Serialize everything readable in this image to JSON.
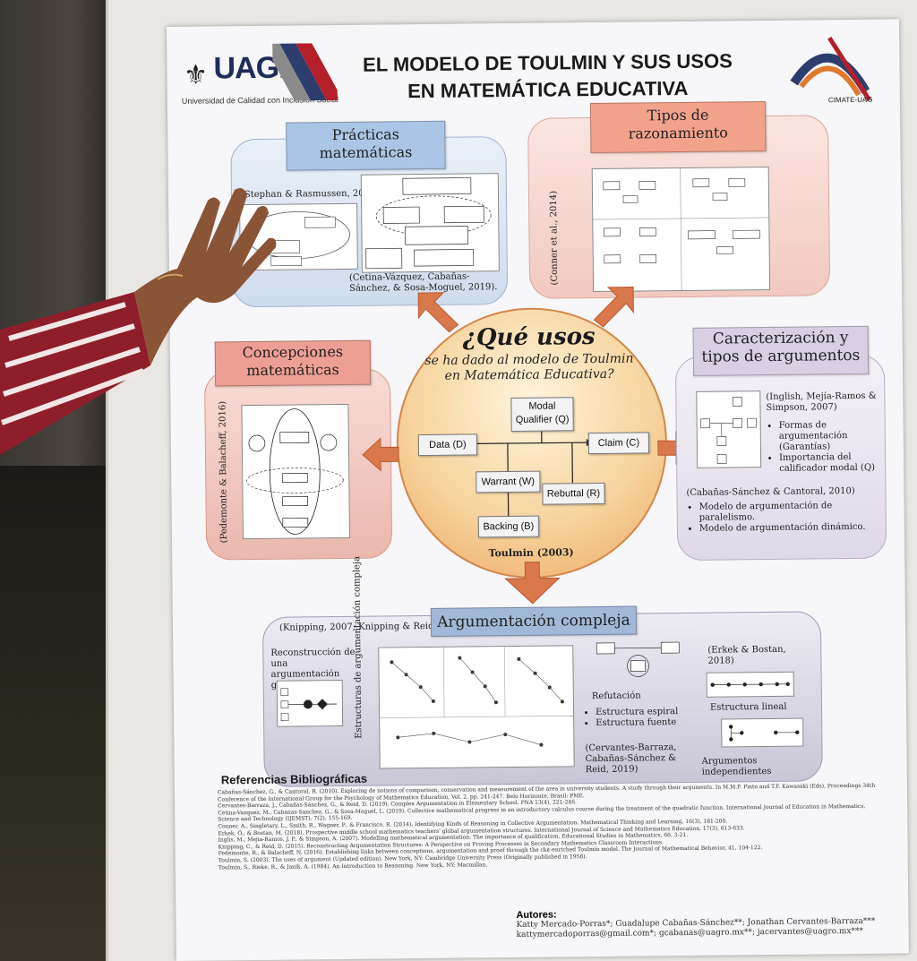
{
  "header": {
    "logo_name": "UAGro",
    "logo_tagline": "Universidad de Calidad con Inclusión Social",
    "title_line1": "EL MODELO DE TOULMIN Y SUS USOS",
    "title_line2": "EN MATEMÁTICA EDUCATIVA",
    "cimate_label": "CIMATE-UAG"
  },
  "practicas": {
    "label_line1": "Prácticas",
    "label_line2": "matemáticas",
    "cite_top": "(Stephan & Rasmussen, 2002)",
    "cite_bottom": "(Cetina-Vázquez, Cabañas-Sánchez, & Sosa-Moguel, 2019)."
  },
  "tipos": {
    "label_line1": "Tipos de",
    "label_line2": "razonamiento",
    "cite_vertical": "(Conner et al., 2014)"
  },
  "concepciones": {
    "label_line1": "Concepciones",
    "label_line2": "matemáticas",
    "cite_vertical": "(Pedemonte & Balacheff, 2016)"
  },
  "center": {
    "question": "¿Qué usos",
    "sub_line1": "se ha dado al modelo de Toulmin",
    "sub_line2": "en Matemática Educativa?",
    "modal_line1": "Modal",
    "modal_line2": "Qualifier (Q)",
    "data": "Data (D)",
    "claim": "Claim (C)",
    "warrant": "Warrant (W)",
    "rebuttal": "Rebuttal (R)",
    "backing": "Backing (B)",
    "cite": "Toulmin (2003)"
  },
  "caracterizacion": {
    "label_line1": "Caracterización y",
    "label_line2": "tipos de argumentos",
    "cite1": "(Inglish, Mejía-Ramos & Simpson, 2007)",
    "bullets1": [
      "Formas de argumentación (Garantías)",
      "Importancia del calificador modal (Q)"
    ],
    "cite2": "(Cabañas-Sánchez & Cantoral, 2010)",
    "bullets2": [
      "Modelo de argumentación de paralelismo.",
      "Modelo de argumentación dinámico."
    ]
  },
  "compleja": {
    "label": "Argumentación compleja",
    "cite_top": "(Knipping, 2007; Knipping & Reid, 2015)",
    "reconstruccion_line1": "Reconstrucción de una",
    "reconstruccion_line2": "argumentación global.",
    "vertical_label": "Estructuras de argumentación compleja",
    "refutacion": "Refutación",
    "bullets": [
      "Estructura espiral",
      "Estructura fuente"
    ],
    "cite_bottom": "(Cervantes-Barraza, Cabañas-Sánchez & Reid, 2019)",
    "erkek_cite": "(Erkek & Bostan, 2018)",
    "estructura_lineal": "Estructura lineal",
    "argumentos_independientes": "Argumentos independientes"
  },
  "references": {
    "title": "Referencias Bibliográficas",
    "items": [
      "Cabañas-Sánchez, G., & Cantoral, R. (2010). Exploring de notions of comparison, conservation and measurement of the area in university students. A study through their arguments. In M.M.F. Pinto and T.F. Kawasaki (Eds), Proceedings 34th Conference of the International Group for the Psychology of Mathematics Education, Vol. 2, pp. 241-247. Belo Horizonte, Brasil: PME.",
      "Cervantes-Barraza, J., Cabañas-Sánchez, G., & Reid, D. (2019). Complex Argumentation in Elementary School. PNA 13(4), 221-246.",
      "Cetina-Vazquez, M., Cabanas-Sanchez, G., & Sosa-Moguel, L. (2019). Collective mathematical progress in an introductory calculus course during the treatment of the quadratic function. International Journal of Education in Mathematics, Science and Technology (IJEMST), 7(2), 155-169.",
      "Conner, A., Singletary, L., Smith, R., Wagner, P., & Francisco, R. (2014). Identifying Kinds of Reasoning in Collective Argumentation. Mathematical Thinking and Learning, 16(3), 181-200.",
      "Erkek, Ö., & Bostan, M. (2018). Prospective middle school mathematics teachers' global argumentation structures. International Journal of Science and Mathematics Education, 17(3), 613-633.",
      "Inglis, M., Mejia-Ramos, J. P., & Simpson, A. (2007). Modelling mathematical argumentation: The importance of qualification. Educational Studies in Mathematics, 66, 3-21.",
      "Knipping, C., & Reid, D. (2015). Reconstructing Argumentation Structures: A Perspective on Proving Processes in Secondary Mathematics Classroom Interactions.",
      "Pedemonte, B., & Balacheff, N. (2016). Establishing links between conceptions, argumentation and proof through the ck¢-enriched Toulmin model. The Journal of Mathematical Behavior, 41, 104-122.",
      "Toulmin, S. (2003). The uses of argument (Updated edition). New York, NY: Cambridge University Press (Originally published in 1958).",
      "Toulmin, S., Rieke, R., & Janik, A. (1984). An Introduction to Reasoning. New York, NY: Macmillan."
    ]
  },
  "autores": {
    "title": "Autores:",
    "names": "Katty Mercado-Porras*; Guadalupe Cabañas-Sánchez**; Jonathan Cervantes-Barraza***",
    "emails": "kattymercadoporras@gmail.com*; gcabanas@uagro.mx**; jacervantes@uagro.mx***"
  },
  "colors": {
    "title_blue": "#1f2d5a",
    "arrow_orange": "#d9784a",
    "sleeve_red": "#8e1e2a"
  }
}
